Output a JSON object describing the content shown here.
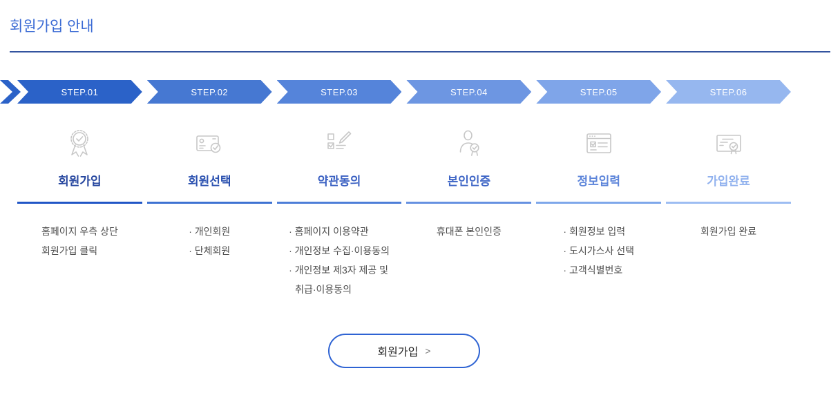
{
  "page": {
    "title": "회원가입 안내",
    "title_color": "#3a6ad4",
    "divider_color": "#33549f"
  },
  "steps": [
    {
      "step_label": "STEP.01",
      "title": "회원가입",
      "icon": "award-ribbon-icon",
      "arrow_color": "#2b62c8",
      "title_color": "#27479f",
      "line_color": "#2156c6",
      "desc_lines": [
        "홈페이지 우측 상단",
        "회원가입 클릭"
      ]
    },
    {
      "step_label": "STEP.02",
      "title": "회원선택",
      "icon": "id-card-check-icon",
      "arrow_color": "#4678d2",
      "title_color": "#2c52b0",
      "line_color": "#3e72d2",
      "desc_lines": [
        "· 개인회원",
        "· 단체회원"
      ]
    },
    {
      "step_label": "STEP.03",
      "title": "약관동의",
      "icon": "checklist-pen-icon",
      "arrow_color": "#5584da",
      "title_color": "#3a60c2",
      "line_color": "#4d7ed8",
      "desc_lines": [
        "· 홈페이지 이용약관",
        "· 개인정보 수집·이용동의",
        "· 개인정보 제3자 제공 및",
        "취급·이용동의"
      ]
    },
    {
      "step_label": "STEP.04",
      "title": "본인인증",
      "icon": "person-verify-icon",
      "arrow_color": "#6d96e2",
      "title_color": "#3f66c6",
      "line_color": "#6691e1",
      "desc_lines": [
        "휴대폰 본인인증"
      ]
    },
    {
      "step_label": "STEP.05",
      "title": "정보입력",
      "icon": "form-window-icon",
      "arrow_color": "#7fa5e9",
      "title_color": "#5d85da",
      "line_color": "#7ea7ea",
      "desc_lines": [
        "· 회원정보 입력",
        "· 도시가스사 선택",
        "· 고객식별번호"
      ]
    },
    {
      "step_label": "STEP.06",
      "title": "가입완료",
      "icon": "certificate-seal-icon",
      "arrow_color": "#96b7ef",
      "title_color": "#90b1ee",
      "line_color": "#9dbdf2",
      "desc_lines": [
        "회원가입 완료"
      ]
    }
  ],
  "button": {
    "label": "회원가입",
    "chevron": ">",
    "border_color": "#2e63d3"
  }
}
